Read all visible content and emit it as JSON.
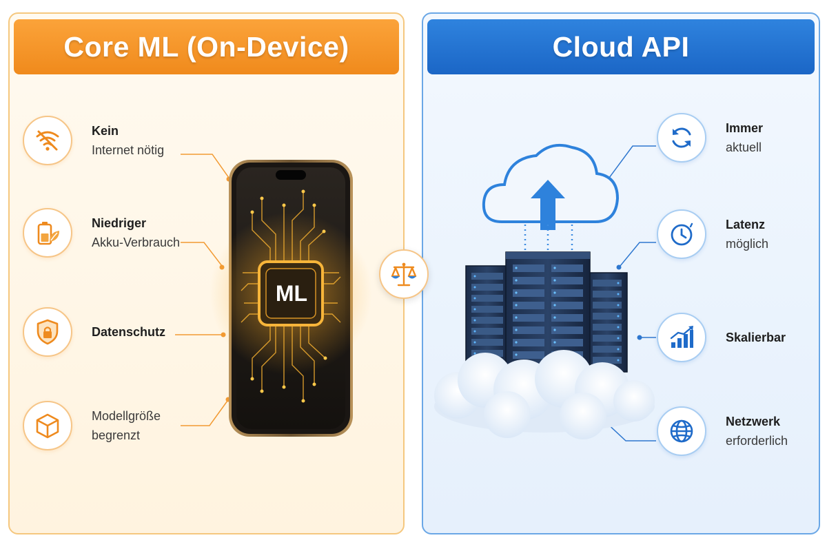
{
  "left": {
    "title": "Core ML (On-Device)",
    "accent": "#f08a1c",
    "features": [
      {
        "icon": "wifi-off-icon",
        "line1": "Kein",
        "line2": "Internet nötig"
      },
      {
        "icon": "battery-leaf-icon",
        "line1": "Niedriger",
        "line2": "Akku-Verbrauch"
      },
      {
        "icon": "shield-lock-icon",
        "line1": "Datenschutz",
        "line2": ""
      },
      {
        "icon": "cube-icon",
        "line1": "Modellgröße",
        "line2": "begrenzt"
      }
    ],
    "chip_label": "ML"
  },
  "right": {
    "title": "Cloud API",
    "accent": "#1b66c6",
    "features": [
      {
        "icon": "sync-icon",
        "line1": "Immer",
        "line2": "aktuell"
      },
      {
        "icon": "clock-icon",
        "line1": "Latenz",
        "line2": "möglich"
      },
      {
        "icon": "growth-chart-icon",
        "line1": "Skalierbar",
        "line2": ""
      },
      {
        "icon": "globe-icon",
        "line1": "Netzwerk",
        "line2": "erforderlich"
      }
    ]
  },
  "center": {
    "icon": "balance-scale-icon"
  }
}
